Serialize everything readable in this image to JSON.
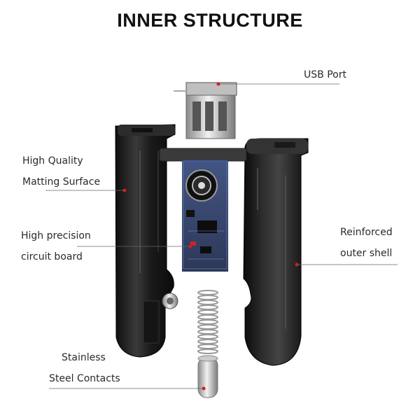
{
  "title": "INNER STRUCTURE",
  "labels": {
    "usb_port": "USB Port",
    "matting_line1": "High Quality",
    "matting_line2": "Matting Surface",
    "circuit_line1": "High precision",
    "circuit_line2": "circuit board",
    "shell_line1": "Reinforced",
    "shell_line2": "outer shell",
    "contacts_line1": "Stainless",
    "contacts_line2": "Steel Contacts"
  },
  "colors": {
    "shell": "#1c1c1c",
    "shell_highlight": "#4a4a4a",
    "pcb": "#1f2f5a",
    "metal": "#c9c9c9",
    "marker": "#e0141e",
    "leader": "#666666"
  }
}
